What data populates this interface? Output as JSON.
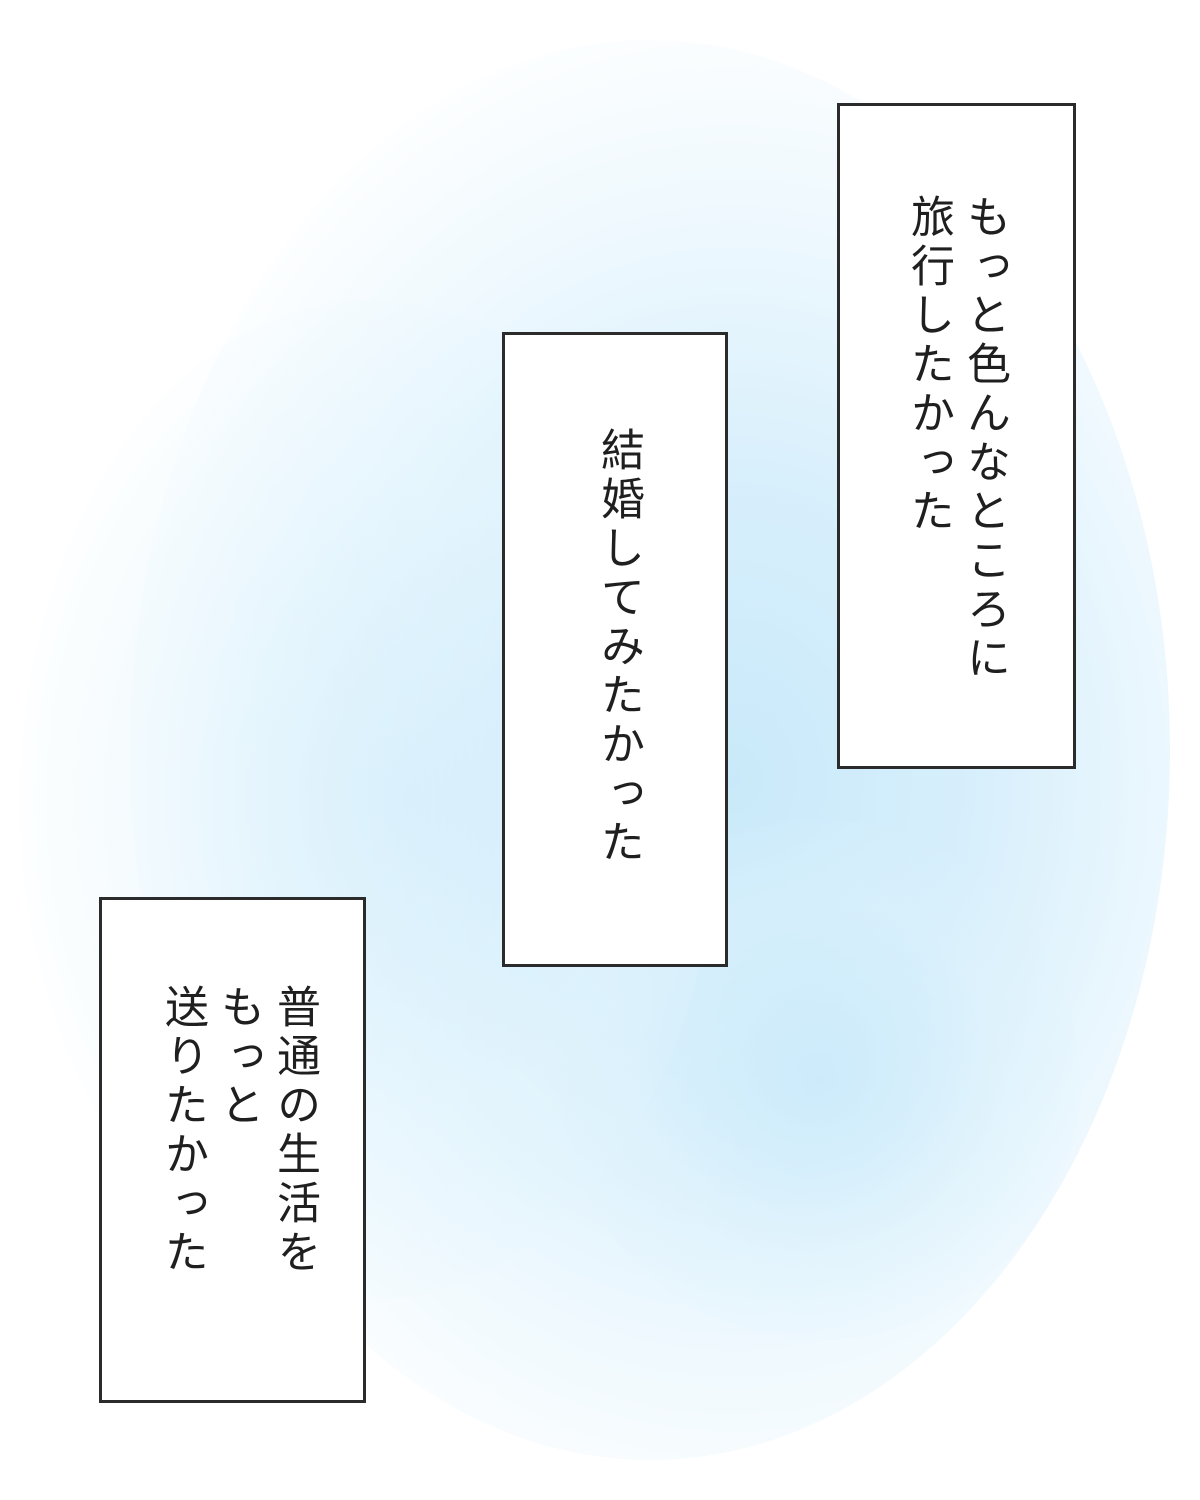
{
  "captions": {
    "travel": {
      "lines": [
        "もっと色んなところに",
        "旅行したかった"
      ]
    },
    "marriage": {
      "lines": [
        "結婚してみたかった"
      ]
    },
    "ordinary_life": {
      "lines": [
        "普通の生活を",
        "もっと",
        "送りたかった"
      ]
    }
  },
  "colors": {
    "background": "#ffffff",
    "glow": "#c6e8fa",
    "border": "#2b2b2b",
    "text": "#1f1f1f"
  }
}
